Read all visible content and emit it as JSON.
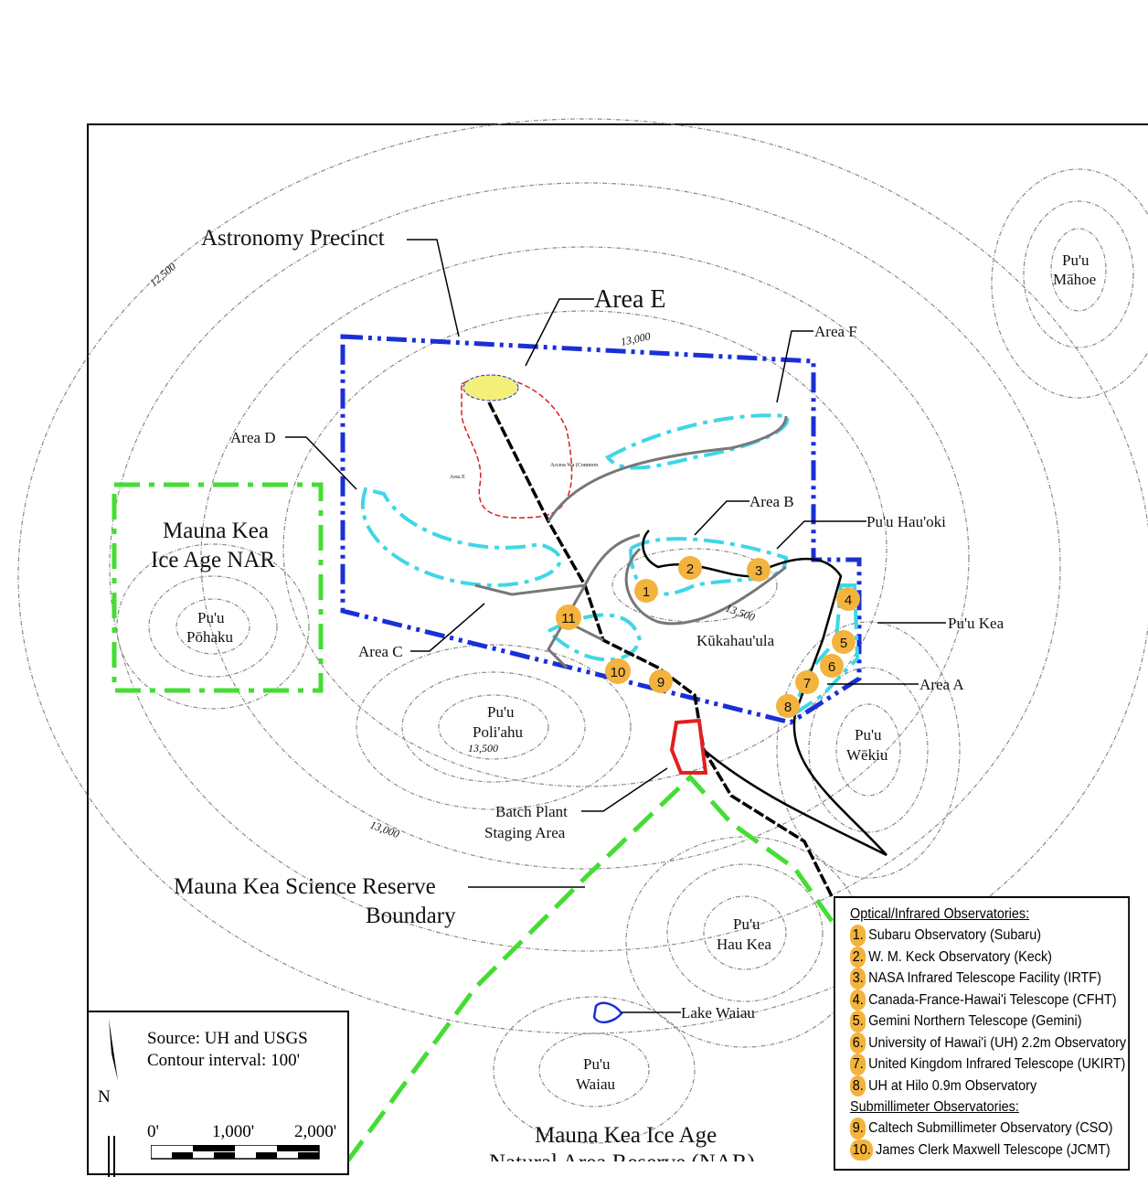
{
  "map": {
    "labels": {
      "astronomy_precinct": "Astronomy Precinct",
      "area_e": "Area E",
      "area_f": "Area F",
      "area_d": "Area D",
      "area_b": "Area B",
      "area_c": "Area C",
      "area_a": "Area A",
      "area_e_small": "Area E",
      "access_way": "Access Wa (Common",
      "puu_hauoki": "Pu'u Hau'oki",
      "puu_kea": "Pu'u Kea",
      "kukahauula": "Kūkahau'ula",
      "puu_mahoe_1": "Pu'u",
      "puu_mahoe_2": "Māhoe",
      "nar_1": "Mauna Kea",
      "nar_2": "Ice Age NAR",
      "puu_pohaku_1": "Pu'u",
      "puu_pohaku_2": "Pōhaku",
      "puu_poliahu_1": "Pu'u",
      "puu_poliahu_2": "Poli'ahu",
      "puu_wekiu_1": "Pu'u",
      "puu_wekiu_2": "Wēkiu",
      "batch_plant_1": "Batch Plant",
      "batch_plant_2": "Staging Area",
      "science_reserve_1": "Mauna Kea Science Reserve",
      "science_reserve_2": "Boundary",
      "puu_haukea_1": "Pu'u",
      "puu_haukea_2": "Hau Kea",
      "lake_waiau": "Lake Waiau",
      "puu_waiau_1": "Pu'u",
      "puu_waiau_2": "Waiau",
      "ice_age_nar_1": "Mauna Kea Ice Age",
      "ice_age_nar_2": "Natural Area Reserve (NAR)"
    },
    "contour_labels": [
      "12,500",
      "13,000",
      "13,500",
      "13,500",
      "13,000"
    ],
    "markers": [
      "1",
      "2",
      "3",
      "4",
      "5",
      "6",
      "7",
      "8",
      "9",
      "10",
      "11"
    ],
    "colors": {
      "precinct": "#1a2fd6",
      "areas": "#3fd6e6",
      "nar": "#44dd33",
      "marker": "#f3b33d",
      "batch": "#e02020",
      "road": "#000000"
    }
  },
  "source_box": {
    "source": "Source:  UH and USGS",
    "contour": "Contour interval:  100'",
    "north": "N",
    "scale_0": "0'",
    "scale_1000": "1,000'",
    "scale_2000": "2,000'"
  },
  "legend": {
    "optical_header": "Optical/Infrared Observatories:",
    "optical": [
      {
        "num": "1.",
        "name": "Subaru Observatory (Subaru)"
      },
      {
        "num": "2.",
        "name": "W. M. Keck Observatory (Keck)"
      },
      {
        "num": "3.",
        "name": "NASA Infrared Telescope Facility (IRTF)"
      },
      {
        "num": "4.",
        "name": "Canada-France-Hawai'i Telescope (CFHT)"
      },
      {
        "num": "5.",
        "name": "Gemini Northern Telescope (Gemini)"
      },
      {
        "num": "6.",
        "name": "University of Hawai'i (UH) 2.2m Observatory"
      },
      {
        "num": "7.",
        "name": "United Kingdom Infrared Telescope (UKIRT)"
      },
      {
        "num": "8.",
        "name": "UH at Hilo 0.9m Observatory"
      }
    ],
    "submm_header": "Submillimeter Observatories:",
    "submm": [
      {
        "num": "9.",
        "name": "Caltech Submillimeter Observatory (CSO)"
      },
      {
        "num": "10.",
        "name": "James Clerk Maxwell Telescope (JCMT)"
      }
    ]
  }
}
